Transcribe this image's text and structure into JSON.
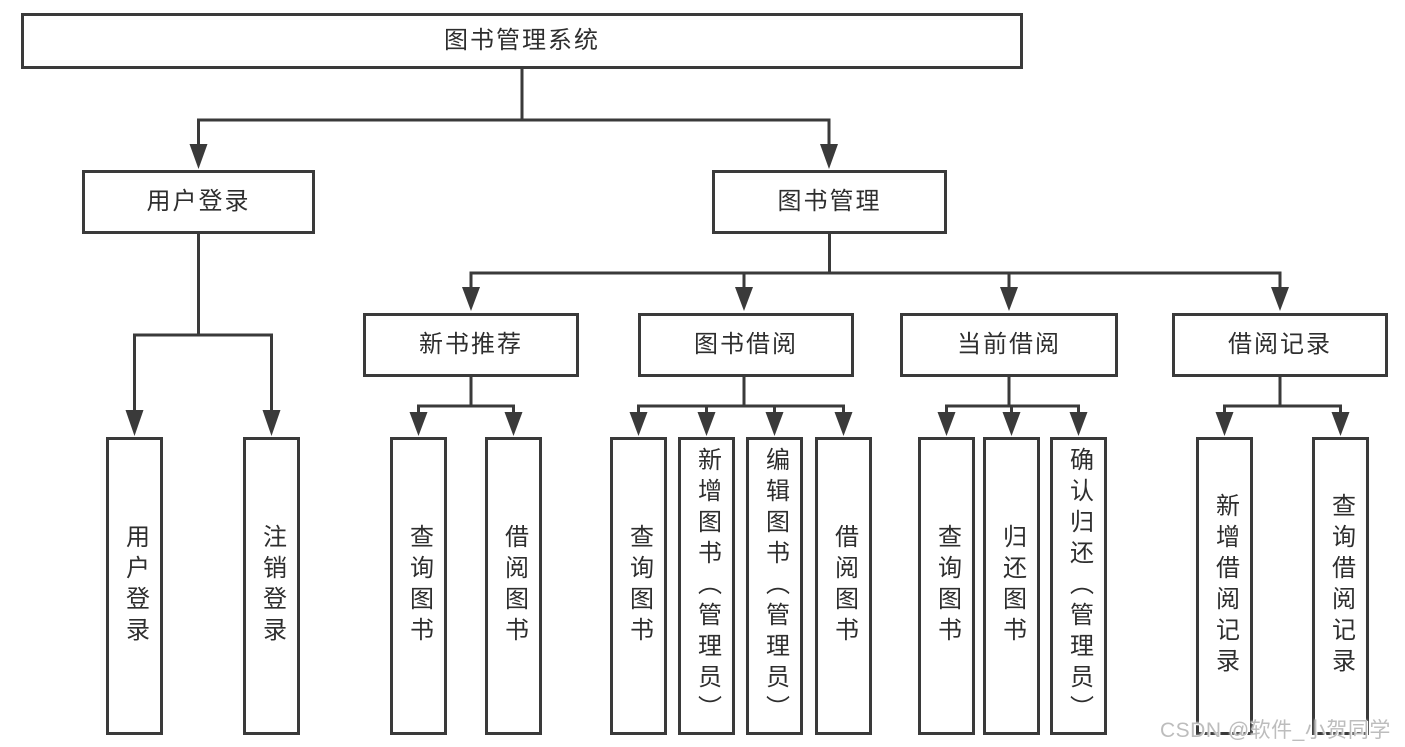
{
  "tree": {
    "label": "图书管理系统",
    "children": [
      {
        "label": "用户登录",
        "children": [
          {
            "label": "用户登录"
          },
          {
            "label": "注销登录"
          }
        ]
      },
      {
        "label": "图书管理",
        "children": [
          {
            "label": "新书推荐",
            "children": [
              {
                "label": "查询图书"
              },
              {
                "label": "借阅图书"
              }
            ]
          },
          {
            "label": "图书借阅",
            "children": [
              {
                "label": "查询图书"
              },
              {
                "label": "新增图书（管理员）"
              },
              {
                "label": "编辑图书（管理员）"
              },
              {
                "label": "借阅图书"
              }
            ]
          },
          {
            "label": "当前借阅",
            "children": [
              {
                "label": "查询图书"
              },
              {
                "label": "归还图书"
              },
              {
                "label": "确认归还（管理员）"
              }
            ]
          },
          {
            "label": "借阅记录",
            "children": [
              {
                "label": "新增借阅记录"
              },
              {
                "label": "查询借阅记录"
              }
            ]
          }
        ]
      }
    ]
  },
  "watermark": {
    "text": "CSDN @软件_小贺同学"
  },
  "colors": {
    "line": "#3a3a3a",
    "text": "#2e2e2e",
    "watermark": "#bdbdbd",
    "background": "#ffffff"
  }
}
